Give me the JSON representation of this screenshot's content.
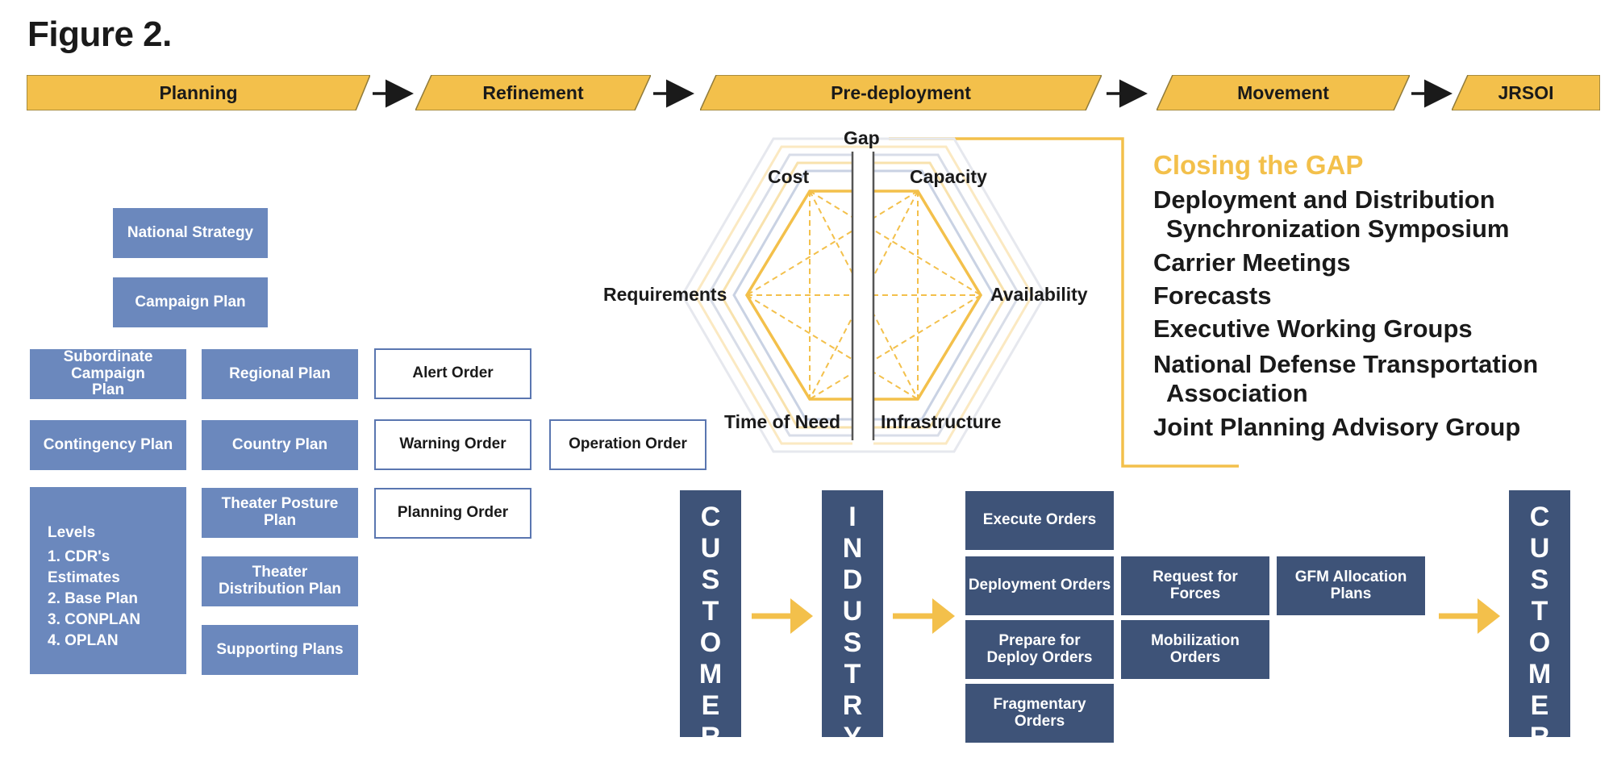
{
  "figure_title": "Figure 2.",
  "phases": [
    "Planning",
    "Refinement",
    "Pre-deployment",
    "Movement",
    "JRSOI"
  ],
  "plans": {
    "national_strategy": "National Strategy",
    "campaign_plan": "Campaign Plan",
    "subordinate_campaign_plan": "Subordinate Campaign Plan",
    "regional_plan": "Regional Plan",
    "contingency_plan": "Contingency Plan",
    "country_plan": "Country Plan",
    "theater_posture_plan": "Theater Posture Plan",
    "theater_distribution_plan": "Theater Distribution Plan",
    "supporting_plans": "Supporting Plans"
  },
  "levels": {
    "heading": "Levels",
    "items": [
      "1. CDR's Estimates",
      "2. Base Plan",
      "3. CONPLAN",
      "4. OPLAN"
    ]
  },
  "orders": {
    "alert_order": "Alert Order",
    "warning_order": "Warning Order",
    "planning_order": "Planning Order",
    "operation_order": "Operation Order"
  },
  "hexagon": {
    "gap": "Gap",
    "cost": "Cost",
    "capacity": "Capacity",
    "requirements": "Requirements",
    "availability": "Availability",
    "time_of_need": "Time of Need",
    "infrastructure": "Infrastructure"
  },
  "closing_gap": {
    "title": "Closing the GAP",
    "items": [
      "Deployment and Distribution",
      "Synchronization Symposium",
      "Carrier Meetings",
      "Forecasts",
      "Executive Working Groups",
      "National Defense Transportation",
      "Association",
      "Joint Planning Advisory Group"
    ]
  },
  "flow": {
    "customer_left": [
      "C",
      "U",
      "S",
      "T",
      "O",
      "M",
      "E",
      "R"
    ],
    "industry": [
      "I",
      "N",
      "D",
      "U",
      "S",
      "T",
      "R",
      "Y"
    ],
    "customer_right": [
      "C",
      "U",
      "S",
      "T",
      "O",
      "M",
      "E",
      "R"
    ],
    "execute_orders": "Execute Orders",
    "deployment_orders": "Deployment Orders",
    "prepare_for_deploy_orders": "Prepare for Deploy Orders",
    "fragmentary_orders": "Fragmentary Orders",
    "request_for_forces": "Request for Forces",
    "mobilization_orders": "Mobilization Orders",
    "gfm_allocation_plans": "GFM Allocation Plans"
  },
  "colors": {
    "gold": "#f3c04b",
    "light_blue": "#6b88bd",
    "dark_blue": "#3e5378",
    "outline_blue": "#5a76b0"
  }
}
